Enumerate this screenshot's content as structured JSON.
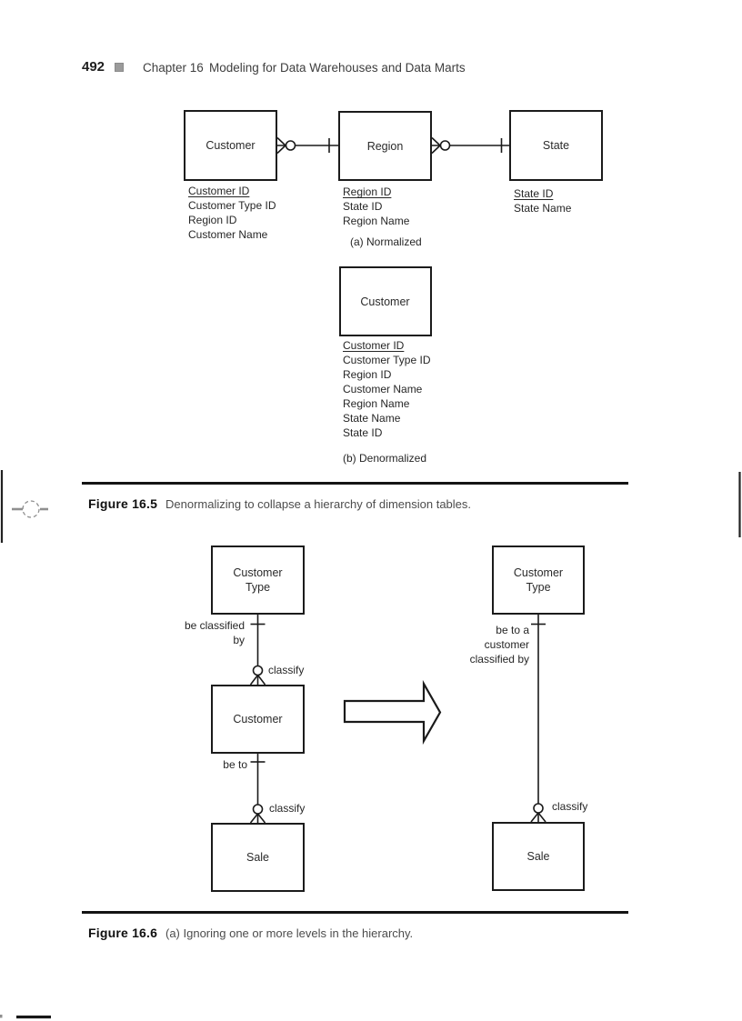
{
  "header": {
    "page_number": "492",
    "chapter": "Chapter 16",
    "title": "Modeling for Data Warehouses and Data Marts"
  },
  "figure165": {
    "normalized": {
      "entities": [
        {
          "name": "Customer",
          "attributes": [
            "Customer ID",
            "Customer Type ID",
            "Region ID",
            "Customer Name"
          ]
        },
        {
          "name": "Region",
          "attributes": [
            "Region ID",
            "State ID",
            "Region Name"
          ]
        },
        {
          "name": "State",
          "attributes": [
            "State ID",
            "State Name"
          ]
        }
      ],
      "label": "(a) Normalized"
    },
    "denormalized": {
      "entity": {
        "name": "Customer",
        "attributes": [
          "Customer ID",
          "Customer Type ID",
          "Region ID",
          "Customer Name",
          "Region Name",
          "State Name",
          "State ID"
        ]
      },
      "label": "(b) Denormalized"
    },
    "caption_label": "Figure 16.5",
    "caption_text": "Denormalizing to collapse a hierarchy of dimension tables."
  },
  "figure166": {
    "before": {
      "top_entity": "Customer Type",
      "middle_entity": "Customer",
      "bottom_entity": "Sale",
      "rel1_left_line1": "be classified",
      "rel1_left_line2": "by",
      "rel1_right": "classify",
      "rel2_left": "be to",
      "rel2_right": "classify"
    },
    "after": {
      "top_entity": "Customer Type",
      "bottom_entity": "Sale",
      "rel_left_line1": "be to a",
      "rel_left_line2": "customer",
      "rel_left_line3": "classified by",
      "rel_right": "classify"
    },
    "caption_label": "Figure 16.6",
    "caption_text": "(a) Ignoring one or more levels in the hierarchy."
  }
}
